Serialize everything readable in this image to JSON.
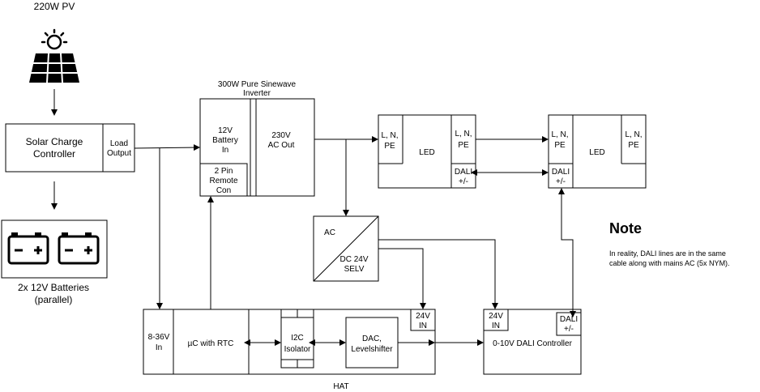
{
  "pv": {
    "title": "220W PV",
    "icon": "solar-panel-icon"
  },
  "charge_controller": {
    "label_line1": "Solar Charge",
    "label_line2": "Controller",
    "load_line1": "Load",
    "load_line2": "Output"
  },
  "batteries": {
    "label_line1": "2x 12V Batteries",
    "label_line2": "(parallel)",
    "icon": "battery-icon",
    "minus": "−",
    "plus": "+"
  },
  "inverter": {
    "title_line1": "300W Pure Sinewave",
    "title_line2": "Inverter",
    "battery_in": [
      "12V",
      "Battery",
      "In"
    ],
    "remote": [
      "2 Pin",
      "Remote",
      "Con"
    ],
    "ac_out": [
      "230V",
      "AC Out"
    ]
  },
  "led1": {
    "in": [
      "L, N,",
      "PE"
    ],
    "label": "LED",
    "out": [
      "L, N,",
      "PE"
    ],
    "dali": [
      "DALI",
      "+/-"
    ]
  },
  "led2": {
    "in": [
      "L, N,",
      "PE"
    ],
    "label": "LED",
    "out": [
      "L, N,",
      "PE"
    ],
    "dali": [
      "DALI",
      "+/-"
    ]
  },
  "psu": {
    "ac": "AC",
    "dc_line1": "DC 24V",
    "dc_line2": "SELV"
  },
  "hat": {
    "label": "HAT",
    "in": [
      "8-36V",
      "In"
    ],
    "mcu": "µC with RTC",
    "isolator": [
      "I2C",
      "Isolator"
    ],
    "dac": [
      "DAC,",
      "Levelshifter"
    ],
    "in24": [
      "24V",
      "IN"
    ]
  },
  "dali_controller": {
    "in24": [
      "24V",
      "IN"
    ],
    "dali": [
      "DALI",
      "+/-"
    ],
    "label": "0-10V DALI Controller"
  },
  "note": {
    "title": "Note",
    "line1": "In reality, DALI lines are in the same",
    "line2": "cable along with mains AC (5x NYM)."
  }
}
